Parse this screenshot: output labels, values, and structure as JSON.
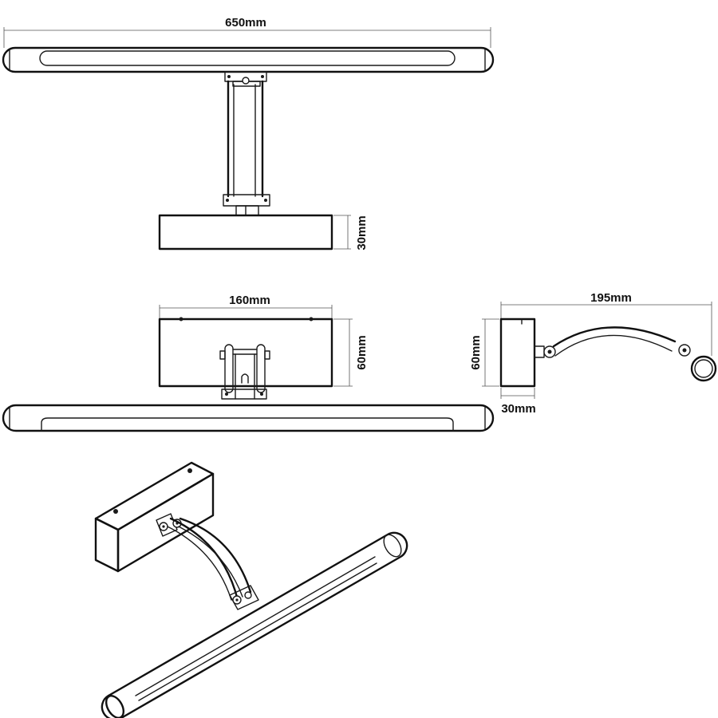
{
  "dimensions": {
    "overall_width": "650mm",
    "base_depth_top": "30mm",
    "base_width": "160mm",
    "base_height_front": "60mm",
    "side_height": "60mm",
    "side_depth": "30mm",
    "arm_reach": "195mm"
  }
}
